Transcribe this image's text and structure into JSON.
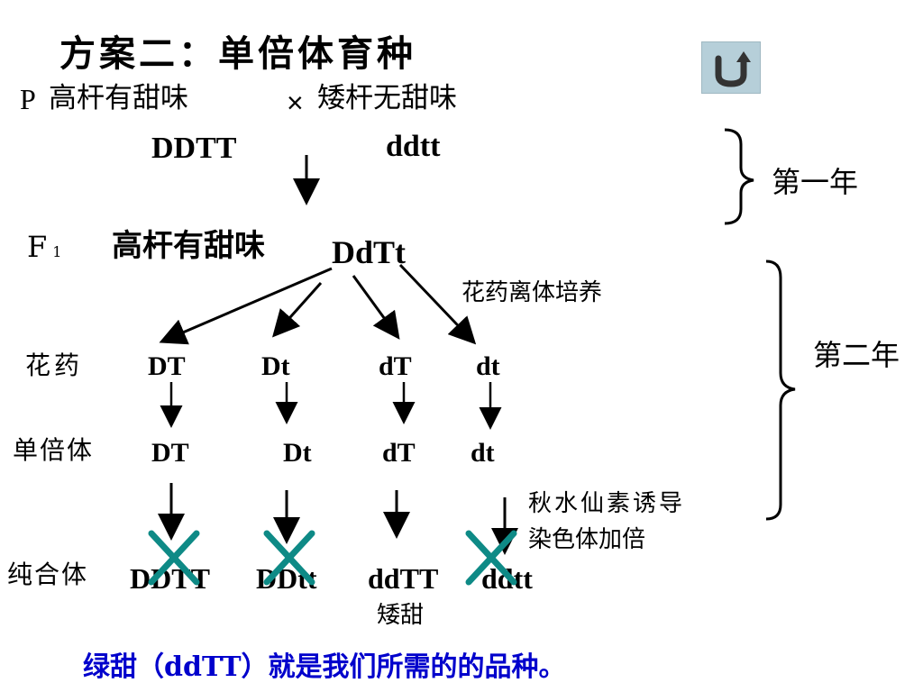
{
  "title": "方案二：单倍体育种",
  "parents": {
    "p_label": "P",
    "p_left": "高杆有甜味",
    "cross": "×",
    "p_right": "矮杆无甜味",
    "genotype_left": "DDTT",
    "genotype_right": "ddtt"
  },
  "f1": {
    "label_main": "F",
    "label_sub": "1",
    "phenotype": "高杆有甜味",
    "genotype": "DdTt"
  },
  "process_note_1": "花药离体培养",
  "row_labels": {
    "anther": "花药",
    "haploid": "单倍体",
    "homozygote": "纯合体"
  },
  "anther_genotypes": [
    "DT",
    "Dt",
    "dT",
    "dt"
  ],
  "haploid_genotypes": [
    "DT",
    "Dt",
    "dT",
    "dt"
  ],
  "homozygote_genotypes": [
    "DDTT",
    "DDtt",
    "ddTT",
    "ddtt"
  ],
  "process_note_2": [
    "秋水仙素诱导",
    "染色体加倍"
  ],
  "selected_label": "矮甜",
  "year_labels": {
    "year1": "第一年",
    "year2": "第二年"
  },
  "conclusion": "绿甜（ddTT）就是我们所需的的品种。",
  "colors": {
    "cross_mark": "#0e8a86",
    "conclusion": "#0000cc",
    "back_button": "#b6cfd9"
  },
  "icons": {
    "back_button": "return-arrow-icon",
    "rejected": "cross-mark-icon"
  }
}
